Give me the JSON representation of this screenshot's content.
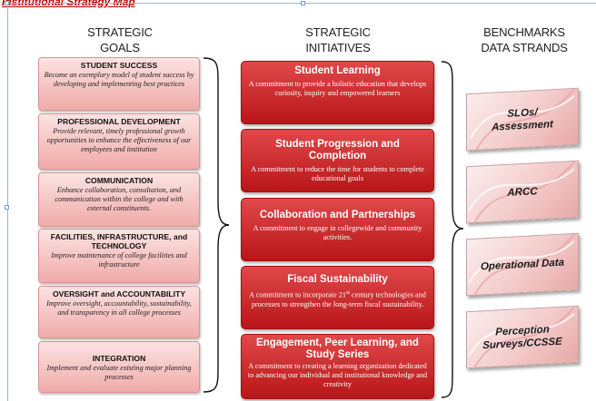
{
  "page_title": "Institutional Strategy Map",
  "headers": {
    "goals": [
      "STRATEGIC",
      "GOALS"
    ],
    "initiatives": [
      "STRATEGIC",
      "INITIATIVES"
    ],
    "benchmarks": [
      "BENCHMARKS",
      "DATA STRANDS"
    ]
  },
  "goals": [
    {
      "title": "STUDENT SUCCESS",
      "desc": "Become an exemplary model of student success by developing and implementing best practices"
    },
    {
      "title": "PROFESSIONAL DEVELOPMENT",
      "desc": "Provide relevant, timely professional growth opportunities to enhance the effectiveness of our employees and institution"
    },
    {
      "title": "COMMUNICATION",
      "desc": "Enhance collaboration, consultation, and communication within the college and with external constituents."
    },
    {
      "title": "FACILITIES, INFRASTRUCTURE, and TECHNOLOGY",
      "desc": "Improve maintenance of college facilities and infrastructure"
    },
    {
      "title": "OVERSIGHT and ACCOUNTABILITY",
      "desc": "Improve oversight, accountability, sustainability, and transparency in all college processes"
    },
    {
      "title": "INTEGRATION",
      "desc": "Implement and evaluate existing major planning processes"
    }
  ],
  "initiatives": [
    {
      "title": "Student Learning",
      "desc": "A commitment to provide a holistic education that develops curiosity, inquiry and empowered learners"
    },
    {
      "title": "Student Progression and Completion",
      "desc": "A commitment to reduce the time for students to complete educational goals"
    },
    {
      "title": "Collaboration and Partnerships",
      "desc": "A commitment to engage in collegewide and community activities."
    },
    {
      "title": "Fiscal Sustainability",
      "desc_pre": "A commitment to incorporate 21",
      "desc_sup": "st",
      "desc_post": " century technologies and processes to strengthen the long-term fiscal sustainability."
    },
    {
      "title": "Engagement, Peer Learning, and Study Series",
      "desc": "A commitment to creating a learning organization dedicated to advancing our individual and institutional knowledge and creativity"
    }
  ],
  "strands": [
    {
      "label": "SLOs/ Assessment"
    },
    {
      "label": "ARCC"
    },
    {
      "label": "Operational Data"
    },
    {
      "label": "Perception Surveys/CCSSE"
    }
  ],
  "colors": {
    "goal_fill": "#f0aba8",
    "initiative_fill": "#c0201f",
    "strand_fill": "#f3cbca"
  }
}
